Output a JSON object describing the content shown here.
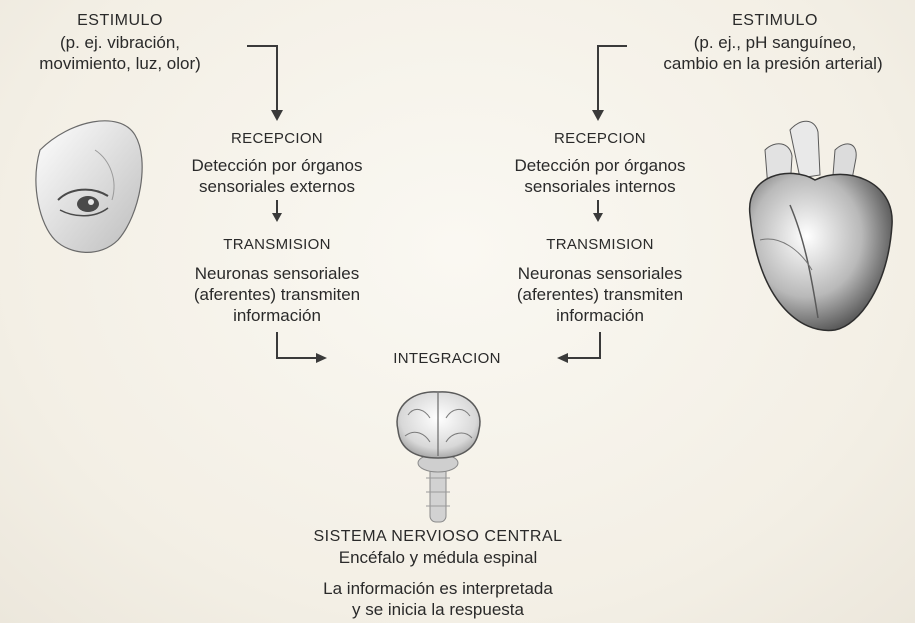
{
  "left": {
    "stimulus_title": "ESTIMULO",
    "stimulus_line1": "(p. ej. vibración,",
    "stimulus_line2": "movimiento, luz, olor)",
    "reception_title": "RECEPCION",
    "reception_line1": "Detección por órganos",
    "reception_line2": "sensoriales externos",
    "transmission_title": "TRANSMISION",
    "transmission_line1": "Neuronas sensoriales",
    "transmission_line2": "(aferentes) transmiten",
    "transmission_line3": "información",
    "image_icon": "eye-icon"
  },
  "right": {
    "stimulus_title": "ESTIMULO",
    "stimulus_line1": "(p. ej., pH sanguíneo,",
    "stimulus_line2": "cambio en la presión arterial)",
    "reception_title": "RECEPCION",
    "reception_line1": "Detección por órganos",
    "reception_line2": "sensoriales internos",
    "transmission_title": "TRANSMISION",
    "transmission_line1": "Neuronas sensoriales",
    "transmission_line2": "(aferentes) transmiten",
    "transmission_line3": "información",
    "image_icon": "heart-icon"
  },
  "center": {
    "integration_title": "INTEGRACION",
    "cns_title": "SISTEMA NERVIOSO CENTRAL",
    "cns_subtitle": "Encéfalo y médula espinal",
    "cns_line1": "La información es interpretada",
    "cns_line2": "y se inicia la respuesta",
    "image_icon": "brain-icon"
  },
  "colors": {
    "text": "#2a2a2a",
    "line": "#3a3a3a",
    "background": "#f6f3ec"
  }
}
